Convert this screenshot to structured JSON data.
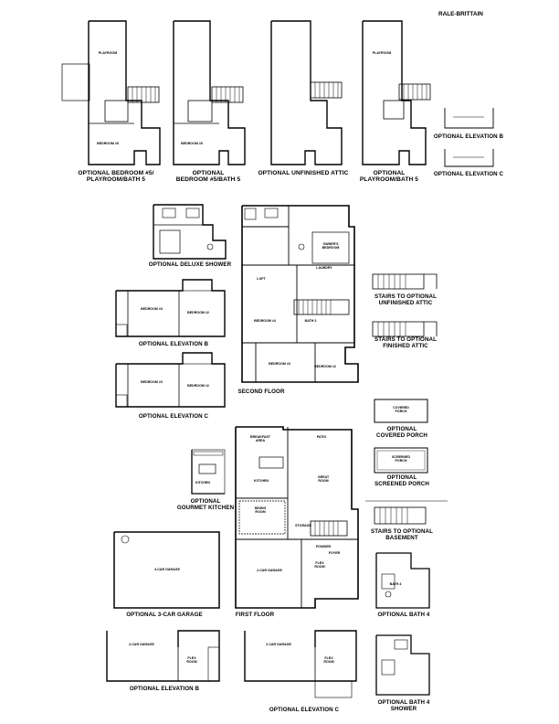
{
  "sheet_title": "RALE-BRITTAIN",
  "captions": {
    "opt_bedroom5_playroom": "OPTIONAL BEDROOM #5/\nPLAYROOM/BATH 5",
    "opt_bedroom5_bath5": "OPTIONAL\nBEDROOM #5/BATH 5",
    "opt_unfinished_attic": "OPTIONAL UNFINISHED ATTIC",
    "opt_playroom_bath5": "OPTIONAL\nPLAYROOM/BATH 5",
    "opt_elevation_b_top": "OPTIONAL ELEVATION B",
    "opt_elevation_c_top": "OPTIONAL ELEVATION C",
    "opt_deluxe_shower": "OPTIONAL DELUXE SHOWER",
    "opt_elevation_b_mid": "OPTIONAL ELEVATION B",
    "opt_elevation_c_mid": "OPTIONAL ELEVATION C",
    "second_floor": "SECOND FLOOR",
    "stairs_unfinished_attic": "STAIRS TO OPTIONAL\nUNFINISHED ATTIC",
    "stairs_finished_attic": "STAIRS TO OPTIONAL\nFINISHED ATTIC",
    "opt_covered_porch": "OPTIONAL\nCOVERED PORCH",
    "opt_screened_porch": "OPTIONAL\nSCREENED PORCH",
    "opt_gourmet_kitchen": "OPTIONAL\nGOURMET KITCHEN",
    "stairs_basement": "STAIRS TO OPTIONAL\nBASEMENT",
    "opt_3car_garage": "OPTIONAL 3-CAR GARAGE",
    "first_floor": "FIRST FLOOR",
    "opt_bath4": "OPTIONAL BATH 4",
    "opt_elevation_b_bottom": "OPTIONAL ELEVATION B",
    "opt_elevation_c_bottom": "OPTIONAL ELEVATION C",
    "opt_bath4_shower": "OPTIONAL BATH 4\nSHOWER"
  },
  "rooms": {
    "playroom_a": "PLAYROOM",
    "bedroom5_a": "BEDROOM #5",
    "bedroom5_b": "BEDROOM #5",
    "playroom_d": "PLAYROOM",
    "owners_bedroom": "OWNER'S\nBEDROOM",
    "loft": "LOFT",
    "bedroom4": "BEDROOM #4",
    "bedroom3": "BEDROOM #3",
    "bedroom2": "BEDROOM #2",
    "bedroom3_b": "BEDROOM #3",
    "bedroom2_b": "BEDROOM #2",
    "bedroom3_c": "BEDROOM #3",
    "bedroom2_c": "BEDROOM #2",
    "breakfast_area": "BREAKFAST\nAREA",
    "kitchen": "KITCHEN",
    "great_room": "GREAT\nROOM",
    "dining_room": "DINING\nROOM",
    "garage_2car": "2-CAR GARAGE",
    "flex_room": "FLEX\nROOM",
    "foyer": "FOYER",
    "garage_3car": "3-CAR GARAGE",
    "kitchen_g": "KITCHEN",
    "covered_porch": "COVERED\nPORCH",
    "screened_porch": "SCREENED\nPORCH",
    "garage_b": "2-CAR GARAGE",
    "flex_b": "FLEX\nROOM",
    "garage_c": "2-CAR GARAGE",
    "flex_c": "FLEX\nROOM",
    "bath4": "BATH 4",
    "laundry": "LAUNDRY",
    "bath3": "BATH 3",
    "patio": "PATIO",
    "storage": "STORAGE",
    "powder": "POWDER"
  }
}
